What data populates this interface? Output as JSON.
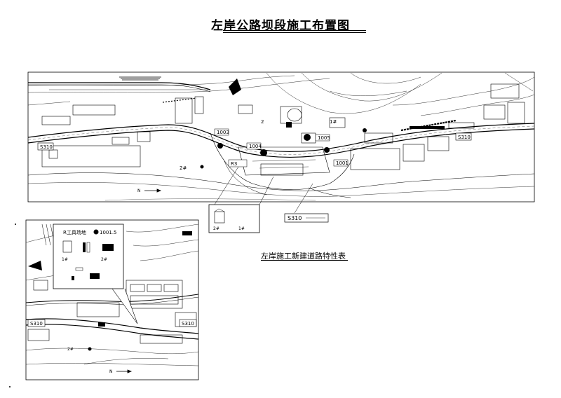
{
  "title": "左岸公路坝段施工布置图",
  "legend_title": "左岸施工新建道路特性表",
  "main_plan": {
    "road_label_left": "S310",
    "road_label_right": "S310",
    "road_label_center": "S310",
    "station_1003": "1003",
    "station_1004": "1004",
    "station_1001": "1001",
    "station_1005": "1005",
    "label_r3": "R3",
    "label_2": "2",
    "label_site_a": "2#",
    "label_site_b": "1#",
    "north_text": "N"
  },
  "inset_plan": {
    "callout_title": "R工具场地",
    "callout_station": "1001.5",
    "road_label": "S310",
    "site_1": "1#",
    "site_2": "2#",
    "north_text": "N"
  },
  "colors": {
    "line": "#000000",
    "background": "#ffffff"
  }
}
